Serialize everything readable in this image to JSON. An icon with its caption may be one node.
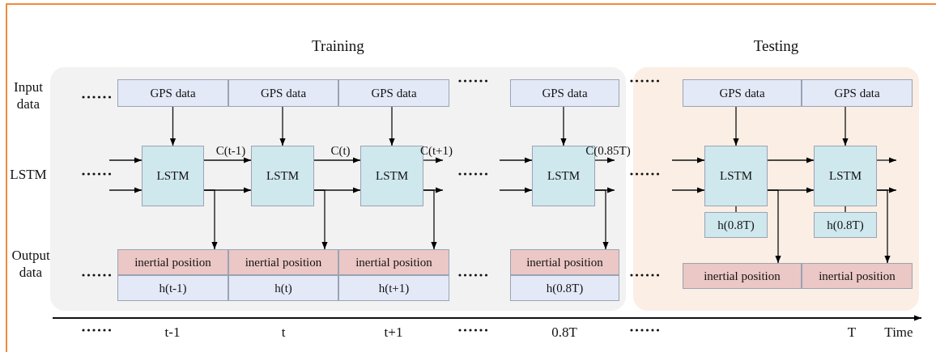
{
  "diagram": {
    "nodes": [
      {
        "text": [
          "Training"
        ]
      },
      {
        "text": [
          "Testing"
        ]
      },
      {
        "text": [
          "GPS data"
        ],
        "in": 0
      },
      {
        "text": [
          "GPS data"
        ],
        "in": 0
      },
      {
        "text": [
          "GPS data"
        ],
        "in": 0
      },
      {
        "text": [
          "GPS data"
        ],
        "in": 0
      },
      {
        "text": [
          "LSTM"
        ],
        "in": 0
      },
      {
        "text": [
          "LSTM"
        ],
        "in": 0
      },
      {
        "text": [
          "LSTM"
        ],
        "in": 0
      },
      {
        "text": [
          "LSTM"
        ],
        "in": 0
      },
      {
        "text": [
          "inertial position"
        ],
        "in": 0
      },
      {
        "text": [
          "inertial position"
        ],
        "in": 0
      },
      {
        "text": [
          "inertial position"
        ],
        "in": 0
      },
      {
        "text": [
          "inertial position"
        ],
        "in": 0
      },
      {
        "text": [
          "h(t-1)"
        ],
        "in": 0
      },
      {
        "text": [
          "h(t)"
        ],
        "in": 0
      },
      {
        "text": [
          "h(t+1)"
        ],
        "in": 0
      },
      {
        "text": [
          "h(0.8T)"
        ],
        "in": 0
      },
      {
        "text": [
          "GPS data"
        ],
        "in": 1
      },
      {
        "text": [
          "GPS data"
        ],
        "in": 1
      },
      {
        "text": [
          "LSTM"
        ],
        "in": 1
      },
      {
        "text": [
          "LSTM"
        ],
        "in": 1
      },
      {
        "text": [
          "h(0.8T)"
        ],
        "in": 1
      },
      {
        "text": [
          "h(0.8T)"
        ],
        "in": 1
      },
      {
        "text": [
          "inertial position"
        ],
        "in": 1
      },
      {
        "text": [
          "inertial position"
        ],
        "in": 1
      }
    ],
    "edges": [
      {
        "from": 2,
        "to": 6,
        "arrow": "to"
      },
      {
        "from": 3,
        "to": 7,
        "arrow": "to"
      },
      {
        "from": 4,
        "to": 8,
        "arrow": "to"
      },
      {
        "from": 5,
        "to": 9,
        "arrow": "to"
      },
      {
        "from": 18,
        "to": 20,
        "arrow": "to"
      },
      {
        "from": 19,
        "to": 21,
        "arrow": "to"
      },
      {
        "from": null,
        "to": 6,
        "arrow": "to"
      },
      {
        "from": null,
        "to": 6,
        "arrow": "to"
      },
      {
        "from": 6,
        "to": 7,
        "arrow": "to",
        "label": "C(t-1)"
      },
      {
        "from": 6,
        "to": 7,
        "arrow": "to"
      },
      {
        "from": 7,
        "to": 8,
        "arrow": "to",
        "label": "C(t)"
      },
      {
        "from": 7,
        "to": 8,
        "arrow": "to"
      },
      {
        "from": 8,
        "to": null,
        "arrow": "to",
        "label": "C(t+1)"
      },
      {
        "from": 8,
        "to": null,
        "arrow": "to"
      },
      {
        "from": null,
        "to": 9,
        "arrow": "to"
      },
      {
        "from": null,
        "to": 9,
        "arrow": "to"
      },
      {
        "from": 9,
        "to": null,
        "arrow": "to",
        "label": "C(0.85T)"
      },
      {
        "from": 9,
        "to": null,
        "arrow": "to"
      },
      {
        "from": null,
        "to": 20,
        "arrow": "to"
      },
      {
        "from": null,
        "to": 20,
        "arrow": "to"
      },
      {
        "from": 20,
        "to": 21,
        "arrow": "to"
      },
      {
        "from": 20,
        "to": 21,
        "arrow": "to"
      },
      {
        "from": 21,
        "to": null,
        "arrow": "to"
      },
      {
        "from": 21,
        "to": null,
        "arrow": "to"
      },
      {
        "from": 6,
        "to": 10,
        "arrow": "to"
      },
      {
        "from": 7,
        "to": 11,
        "arrow": "to"
      },
      {
        "from": 8,
        "to": 12,
        "arrow": "to"
      },
      {
        "from": 9,
        "to": 13,
        "arrow": "to"
      },
      {
        "from": 20,
        "to": 22,
        "arrow": "none"
      },
      {
        "from": 21,
        "to": 23,
        "arrow": "none"
      },
      {
        "from": 20,
        "to": 24,
        "arrow": "to"
      },
      {
        "from": 21,
        "to": 25,
        "arrow": "to"
      }
    ],
    "labels": [
      "Input data",
      "LSTM",
      "Output data",
      "t-1",
      "t",
      "t+1",
      "0.8T",
      "T",
      "Time"
    ]
  }
}
